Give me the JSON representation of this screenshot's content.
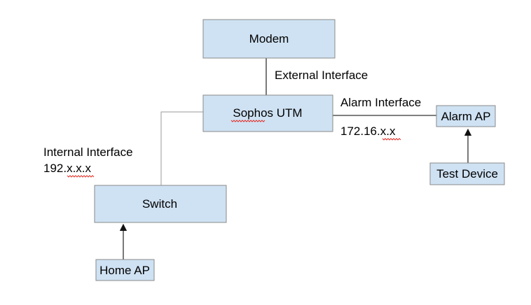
{
  "nodes": {
    "modem": "Modem",
    "sophos_utm": "Sophos UTM",
    "alarm_ap": "Alarm AP",
    "test_device": "Test Device",
    "switch": "Switch",
    "home_ap": "Home AP"
  },
  "edge_labels": {
    "external_interface": "External Interface",
    "alarm_interface": "Alarm Interface",
    "alarm_ip": "172.16.x.x",
    "internal_interface": "Internal Interface",
    "internal_ip": "192.x.x.x"
  },
  "colors": {
    "box_fill": "#cfe2f3",
    "box_border": "#8a8a8a",
    "connector": "#333333",
    "spellcheck_underline": "#e0302a"
  }
}
